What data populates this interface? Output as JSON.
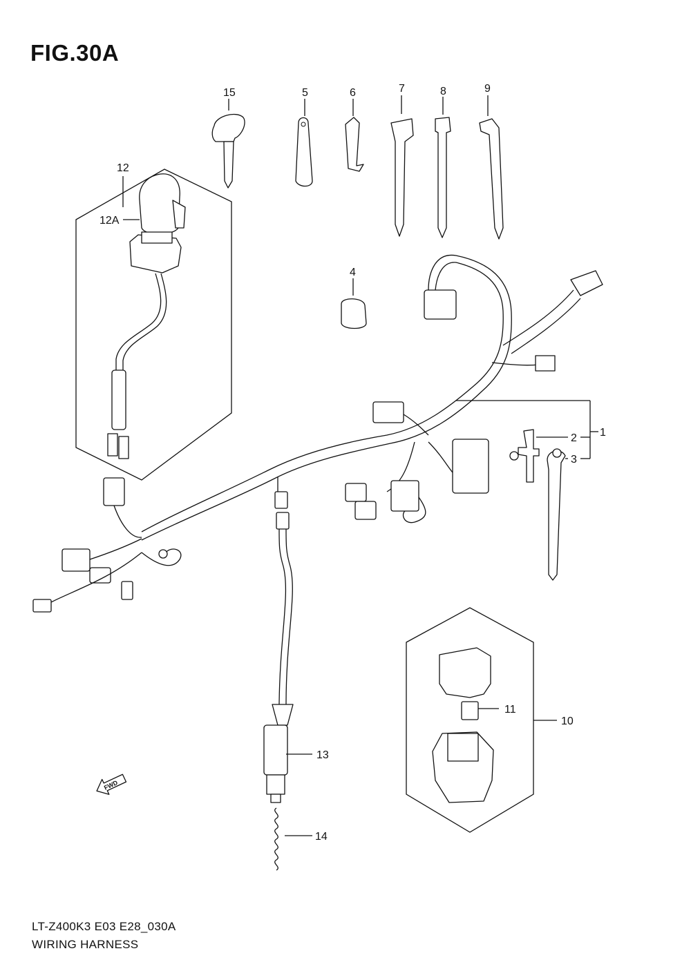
{
  "figure": {
    "title": "FIG.30A",
    "code": "LT-Z400K3 E03 E28_030A",
    "name": "WIRING HARNESS",
    "fwd_label": "FWD"
  },
  "callouts": {
    "c1": "1",
    "c2": "2",
    "c3": "3",
    "c4": "4",
    "c5": "5",
    "c6": "6",
    "c7": "7",
    "c8": "8",
    "c9": "9",
    "c10": "10",
    "c11": "11",
    "c12": "12",
    "c12a": "12A",
    "c13": "13",
    "c14": "14",
    "c15": "15"
  }
}
